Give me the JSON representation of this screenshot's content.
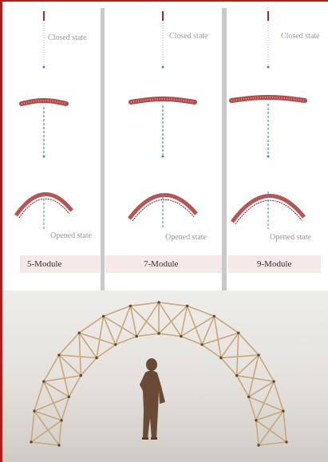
{
  "labels": {
    "closed": "Closed state",
    "opened": "Opened state"
  },
  "modules": [
    "5-Module",
    "7-Module",
    "9-Module"
  ],
  "colors": {
    "accent_red": "#b01b1b",
    "structure_red": "#a52a2a",
    "axis_blue": "#4a7fc0",
    "module_band": "#f5e9ea",
    "photo_bg": "#e6e3df",
    "wood": "#c9a77a",
    "figure": "#6b4a35"
  }
}
